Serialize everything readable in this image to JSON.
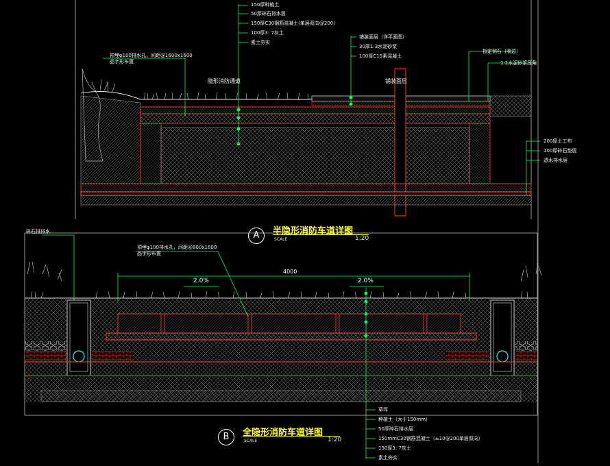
{
  "detail_a": {
    "marker": "A",
    "title": "半隐形消防车道详图",
    "scale_label": "SCALE",
    "scale_ratio": "1:20",
    "section_label_left": "隐形消防通道",
    "section_label_right": "铺装面层",
    "layers_top": [
      "150厚种植土",
      "50厚碎石排水层",
      "150厚C30钢筋混凝土(单层双向@200)",
      "100厚3: 7灰土",
      "素土夯实"
    ],
    "note_pipe": "预埋φ100排水孔，间距@1600x1600\n品字形布置",
    "layers_mid": [
      "铺装面层（详平面图）",
      "30厚1:3水泥砂浆",
      "100厚C15素混凝土"
    ],
    "layers_right_top": [
      "指定侧石（收边）",
      "1:1水泥砂浆压角"
    ],
    "layers_right_bottom": [
      "200厚土工布",
      "100厚碎石垫层",
      "透水排水层"
    ]
  },
  "detail_b": {
    "marker": "B",
    "title": "全隐形消防车道详图",
    "scale_label": "SCALE",
    "scale_ratio": "1:20",
    "note_drain": "碎石排排水",
    "note_pipe": "预埋φ100排水孔，间距@800x1600\n品字形布置",
    "dimension": "4000",
    "slope_left": "2.0%",
    "slope_right": "2.0%",
    "layers": [
      "草坪",
      "种植土（大于150mm）",
      "50厚碎石排水层",
      "150mmC30钢筋混凝土（±10@200单层双向）",
      "150厚3: 7灰土",
      "素土夯实"
    ]
  },
  "colors": {
    "background": "#000000",
    "structure_red": "#ff3b30",
    "leader_green": "#00ff66",
    "title_yellow": "#ffff33",
    "hatch_gray": "#9a9a9a",
    "grass_white": "#e6e6e6",
    "pipe_cyan": "#00ffff",
    "frame": "#bfbfbf"
  }
}
